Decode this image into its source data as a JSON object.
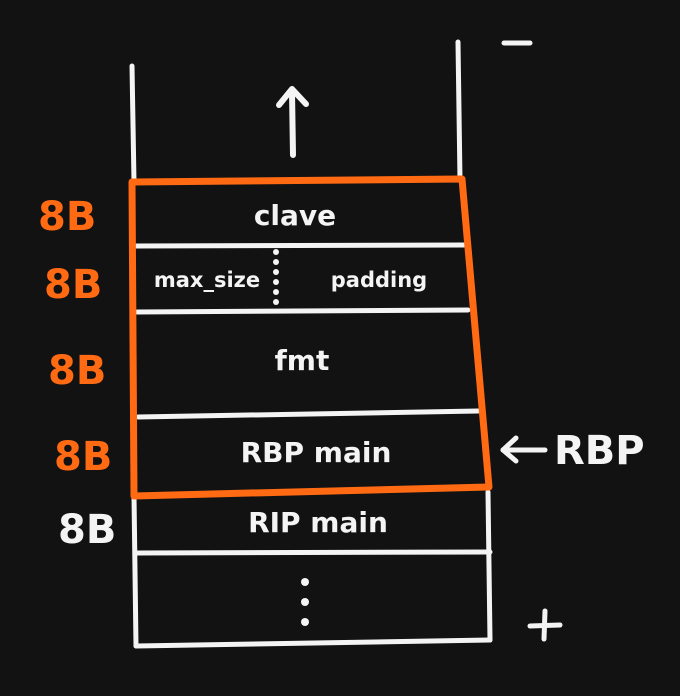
{
  "stack": {
    "top_sign": "−",
    "bottom_sign": "+",
    "cells": [
      {
        "label": "clave",
        "size": "8B",
        "color": "#ff6a13"
      },
      {
        "label_left": "max_size",
        "label_right": "padding",
        "size": "8B",
        "color": "#ff6a13"
      },
      {
        "label": "fmt",
        "size": "8B",
        "color": "#ff6a13"
      },
      {
        "label": "RBP main",
        "size": "8B",
        "color": "#ff6a13"
      },
      {
        "label": "RIP main",
        "size": "8B",
        "color": "#f4f4f4"
      }
    ],
    "continuation": "⋮",
    "pointer_label": "RBP"
  },
  "colors": {
    "background": "#121212",
    "highlight": "#ff6a13",
    "ink": "#f4f4f4"
  }
}
